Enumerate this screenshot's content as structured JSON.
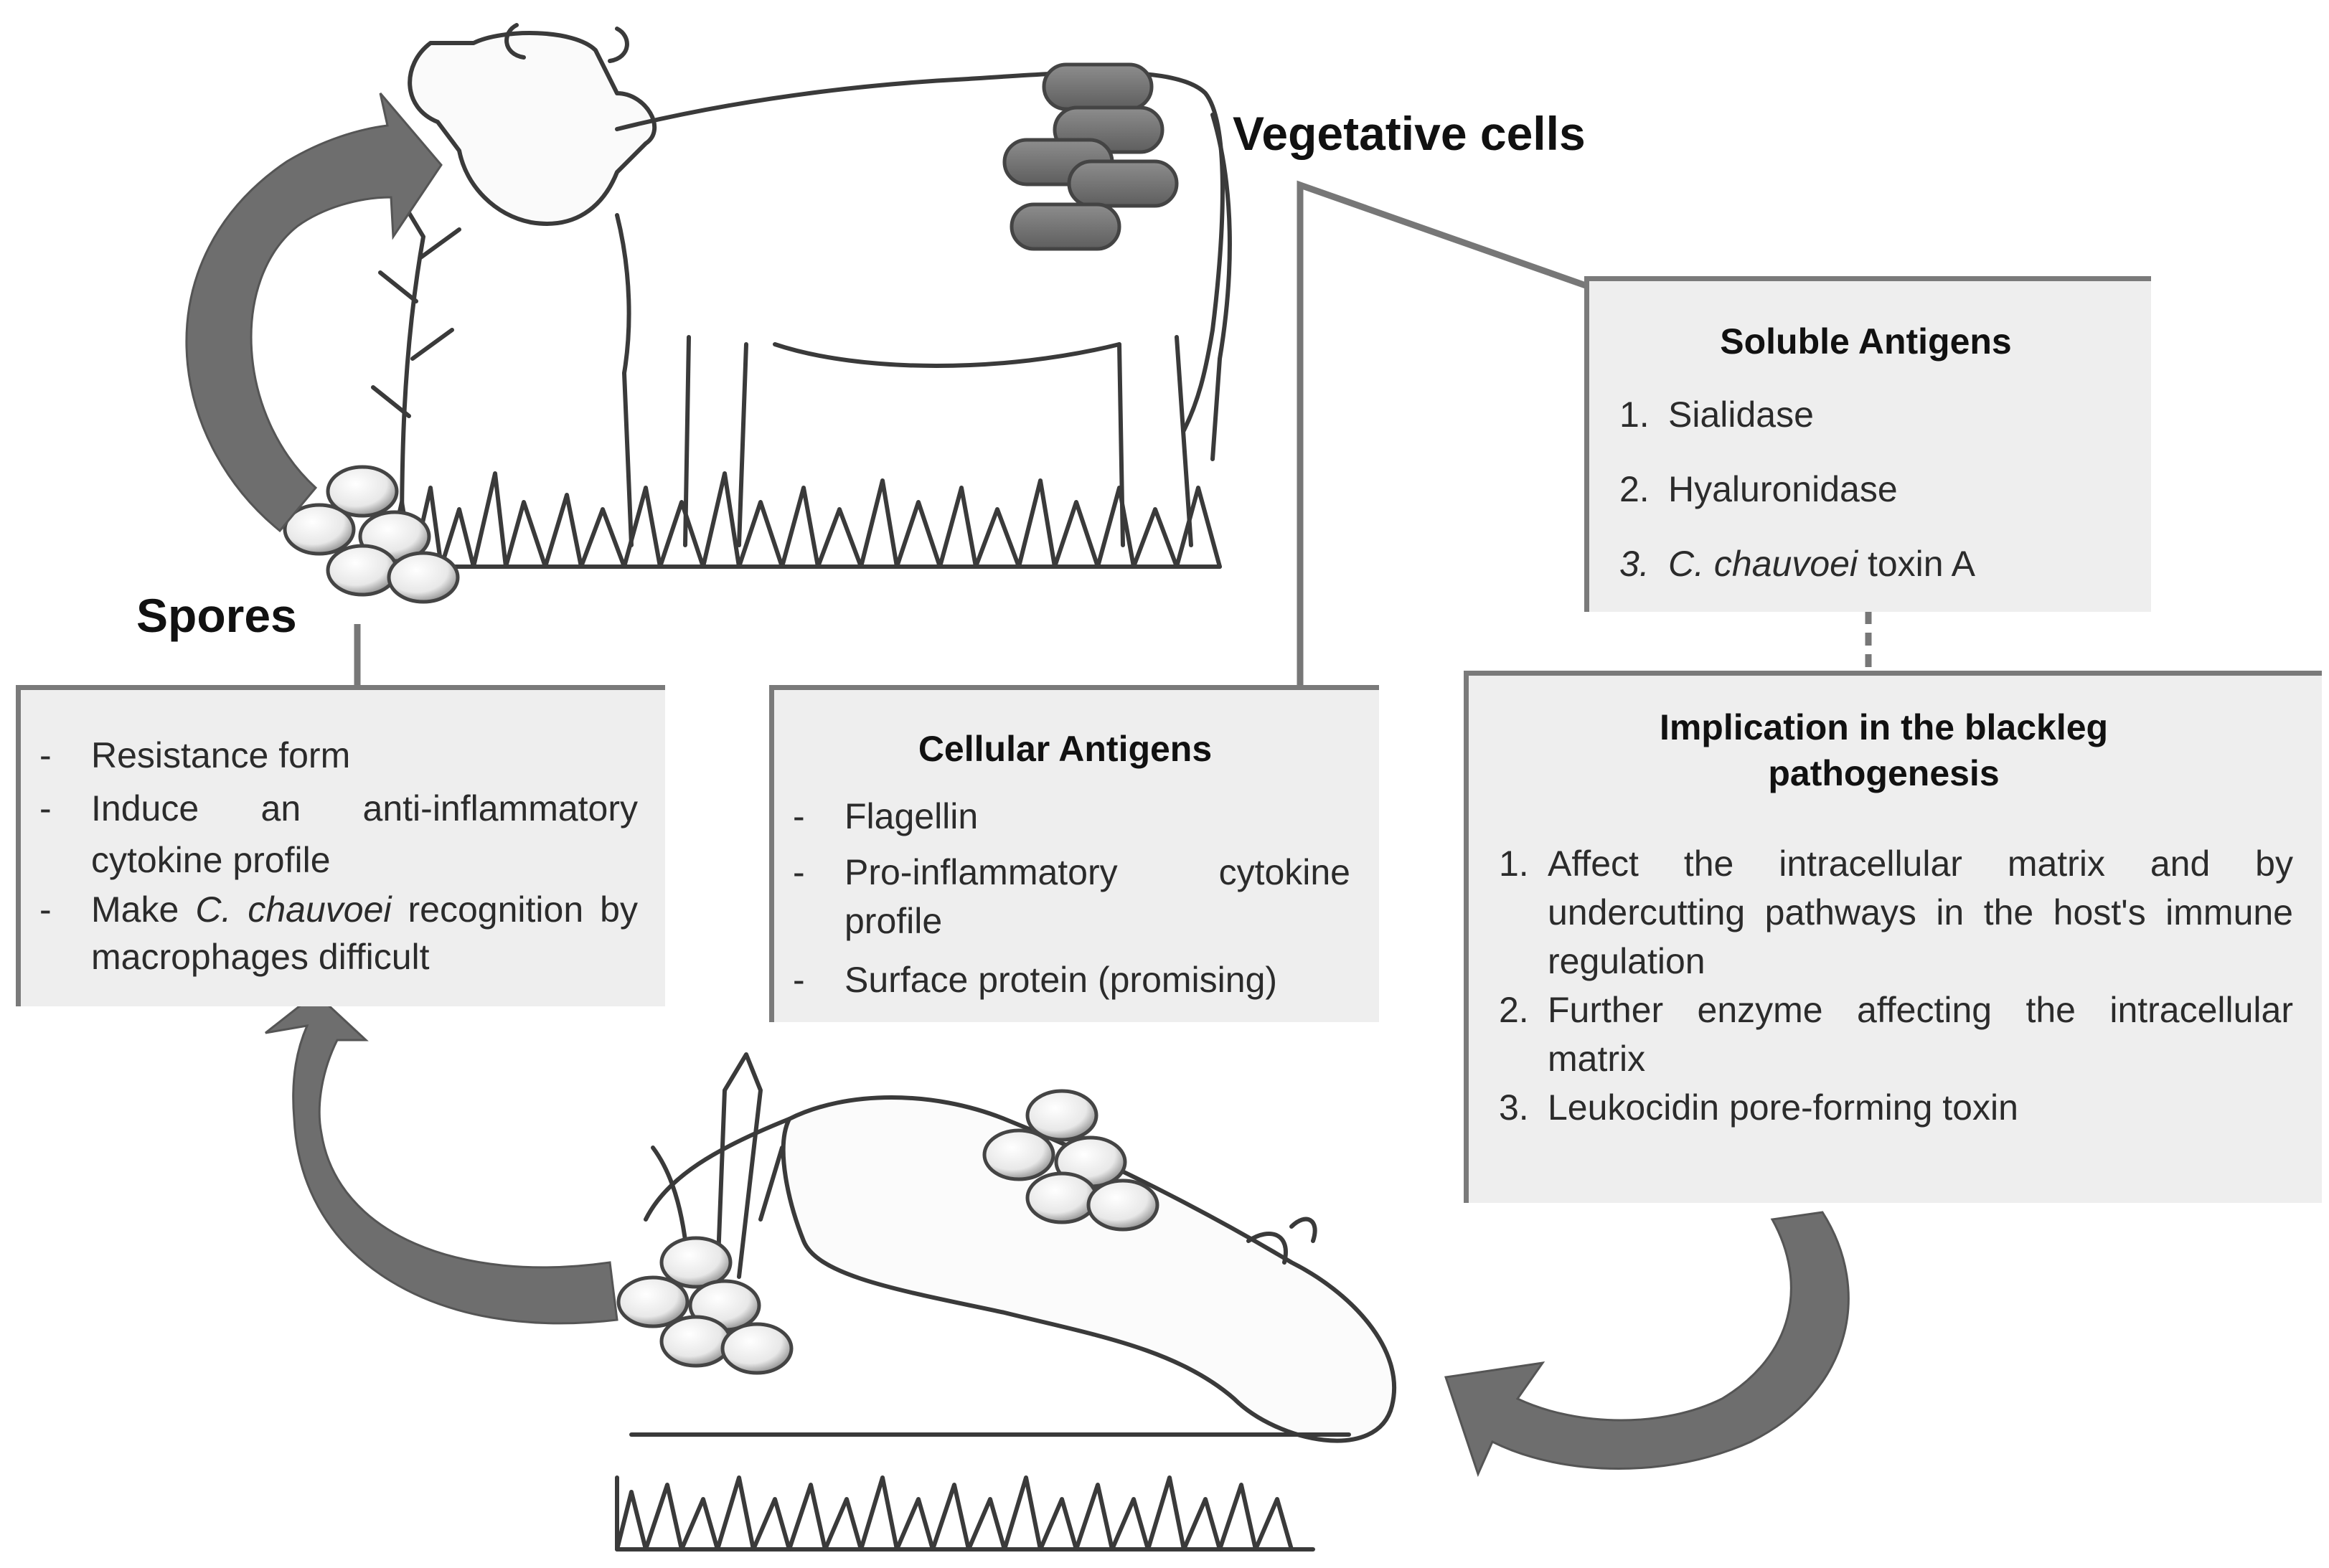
{
  "labels": {
    "vegetative": "Vegetative cells",
    "spores": "Spores"
  },
  "spores_box": {
    "items": [
      {
        "text": "Resistance  form"
      },
      {
        "text": "Induce  an  anti-inflammatory cytokine profile"
      },
      {
        "pre": "Make ",
        "italic": "C. chauvoei",
        "post": " recognition by macrophages difficult"
      }
    ]
  },
  "cellular_box": {
    "title": "Cellular Antigens",
    "items": [
      "Flagellin",
      "Pro-inflammatory  cytokine profile",
      "Surface protein (promising)"
    ]
  },
  "soluble_box": {
    "title": "Soluble Antigens",
    "items": [
      {
        "num": "1.",
        "text": "Sialidase"
      },
      {
        "num": "2.",
        "text": "Hyaluronidase"
      },
      {
        "num": "3.",
        "italic": "C. chauvoei",
        "post": " toxin A"
      }
    ]
  },
  "implication_box": {
    "title": "Implication in the blackleg pathogenesis",
    "items": [
      {
        "num": "1.",
        "text": "Affect the intracellular matrix and by undercutting pathways in the host's immune regulation"
      },
      {
        "num": "2.",
        "text": "Further   enzyme   affecting   the intracellular matrix"
      },
      {
        "num": "3.",
        "text": "Leukocidin pore-forming toxin"
      }
    ]
  }
}
